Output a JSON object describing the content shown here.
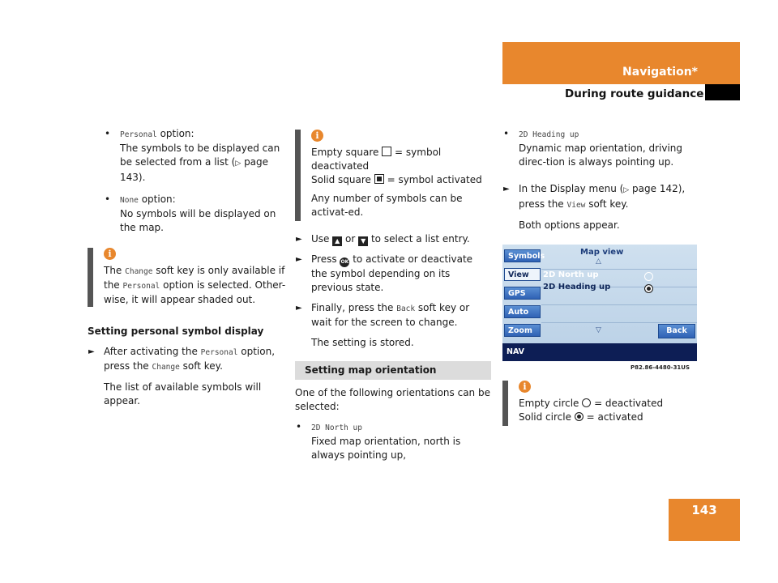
{
  "header": {
    "section": "Navigation*",
    "subsection": "During route guidance",
    "page_number": "143"
  },
  "col1": {
    "bullet1_opt": "Personal",
    "bullet1_rest": " option:",
    "bullet1_text": "The symbols to be displayed can be selected from a list (",
    "bullet1_ref": "page 143).",
    "bullet2_opt": "None",
    "bullet2_rest": " option:",
    "bullet2_text": "No symbols will be displayed on the map.",
    "note_p1": "The ",
    "note_k1": "Change",
    "note_p2": " soft key is only available if the ",
    "note_k2": "Personal",
    "note_p3": " option is selected. Other-wise, it will appear shaded out.",
    "heading": "Setting personal symbol display",
    "step_p1": "After activating the ",
    "step_k1": "Personal",
    "step_p2": " option, press the ",
    "step_k2": "Change",
    "step_p3": " soft key.",
    "result": "The list of available symbols will appear."
  },
  "col2": {
    "note_line1": "Empty square ",
    "note_line1b": " = symbol deactivated",
    "note_line2": "Solid square ",
    "note_line2b": " = symbol activated",
    "note_line3": "Any number of symbols can be activat-ed.",
    "step1_p1": "Use ",
    "step1_or": " or ",
    "step1_p2": "  to select a list entry.",
    "step2_p1": "Press ",
    "step2_ok": "OK",
    "step2_p2": " to activate or deactivate the symbol depending on its previous state.",
    "step3_p1": "Finally, press the ",
    "step3_k": "Back",
    "step3_p2": " soft key or wait for the screen to change.",
    "result": "The setting is stored.",
    "band": "Setting map orientation",
    "intro": "One of the following orientations can be selected:",
    "bullet1_opt": "2D North up",
    "bullet1_text": "Fixed map orientation, north is always pointing up,"
  },
  "col3": {
    "bullet_opt": "2D Heading up",
    "bullet_text": "Dynamic map orientation, driving direc-tion is always pointing up.",
    "step_p1": "In the Display menu (",
    "step_ref": "page 142),",
    "step_p2": " press the ",
    "step_k": "View",
    "step_p3": " soft key.",
    "result": "Both options appear.",
    "screen": {
      "title": "Map view",
      "buttons": [
        "Symbols",
        "View",
        "GPS",
        "Auto",
        "Zoom"
      ],
      "option1": "2D North up",
      "option2": "2D Heading up",
      "back": "Back",
      "nav": "NAV"
    },
    "caption": "P82.86-4480-31US",
    "note_line1": "Empty circle ",
    "note_line1b": " = deactivated",
    "note_line2": "Solid circle ",
    "note_line2b": " = activated"
  },
  "icons": {
    "info": "i",
    "up": "▲",
    "down": "▼",
    "arrow": "►",
    "ref_arrow": "▷"
  }
}
